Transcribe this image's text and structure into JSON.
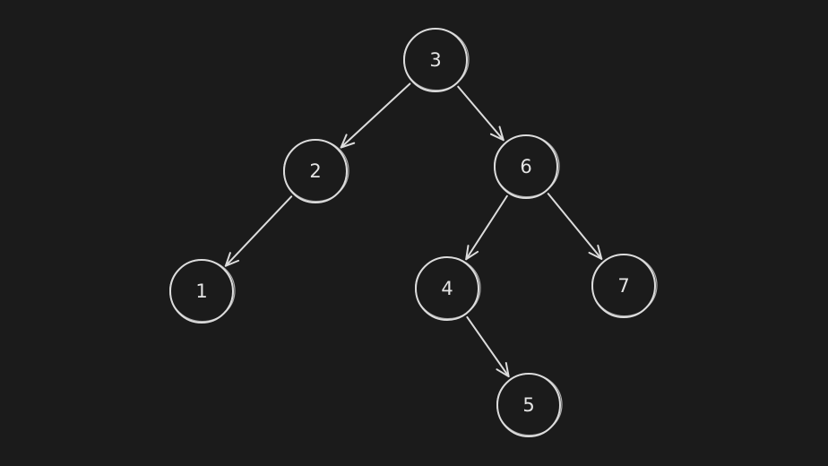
{
  "colors": {
    "background": "#1b1b1b",
    "stroke": "#dcdcdc",
    "text": "#e4e4e4"
  },
  "tree": {
    "nodes": [
      {
        "id": "n3",
        "label": "3"
      },
      {
        "id": "n2",
        "label": "2"
      },
      {
        "id": "n6",
        "label": "6"
      },
      {
        "id": "n1",
        "label": "1"
      },
      {
        "id": "n4",
        "label": "4"
      },
      {
        "id": "n7",
        "label": "7"
      },
      {
        "id": "n5",
        "label": "5"
      }
    ],
    "edges": [
      {
        "from": "n3",
        "to": "n2"
      },
      {
        "from": "n3",
        "to": "n6"
      },
      {
        "from": "n2",
        "to": "n1"
      },
      {
        "from": "n6",
        "to": "n4"
      },
      {
        "from": "n6",
        "to": "n7"
      },
      {
        "from": "n4",
        "to": "n5"
      }
    ]
  }
}
